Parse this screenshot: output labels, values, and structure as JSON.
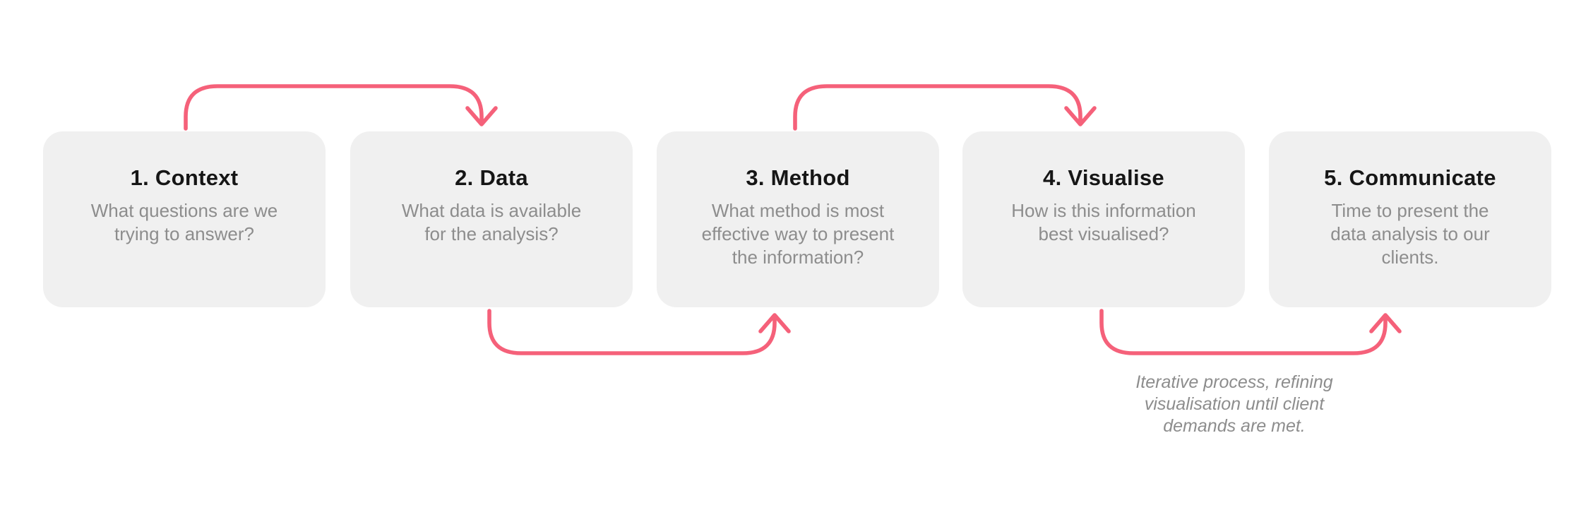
{
  "diagram": {
    "steps": [
      {
        "title": "1. Context",
        "description": "What questions are we\ntrying to answer?"
      },
      {
        "title": "2. Data",
        "description": "What data is available\nfor the analysis?"
      },
      {
        "title": "3. Method",
        "description": "What method is most\neffective way to present\nthe information?"
      },
      {
        "title": "4. Visualise",
        "description": "How is this information\nbest visualised?"
      },
      {
        "title": "5. Communicate",
        "description": "Time to present the\ndata analysis to our\nclients."
      }
    ],
    "arrows": [
      {
        "from": "1. Context",
        "to": "2. Data",
        "position": "top"
      },
      {
        "from": "2. Data",
        "to": "3. Method",
        "position": "bottom"
      },
      {
        "from": "3. Method",
        "to": "4. Visualise",
        "position": "top"
      },
      {
        "from": "4. Visualise",
        "to": "5. Communicate",
        "position": "bottom"
      }
    ],
    "note": "Iterative process, refining\nvisualisation until client\ndemands are met.",
    "colors": {
      "arrow": "#f5617a",
      "box_background": "#f0f0f0",
      "title_text": "#161616",
      "body_text": "#8d8d8d",
      "background": "#ffffff"
    }
  }
}
